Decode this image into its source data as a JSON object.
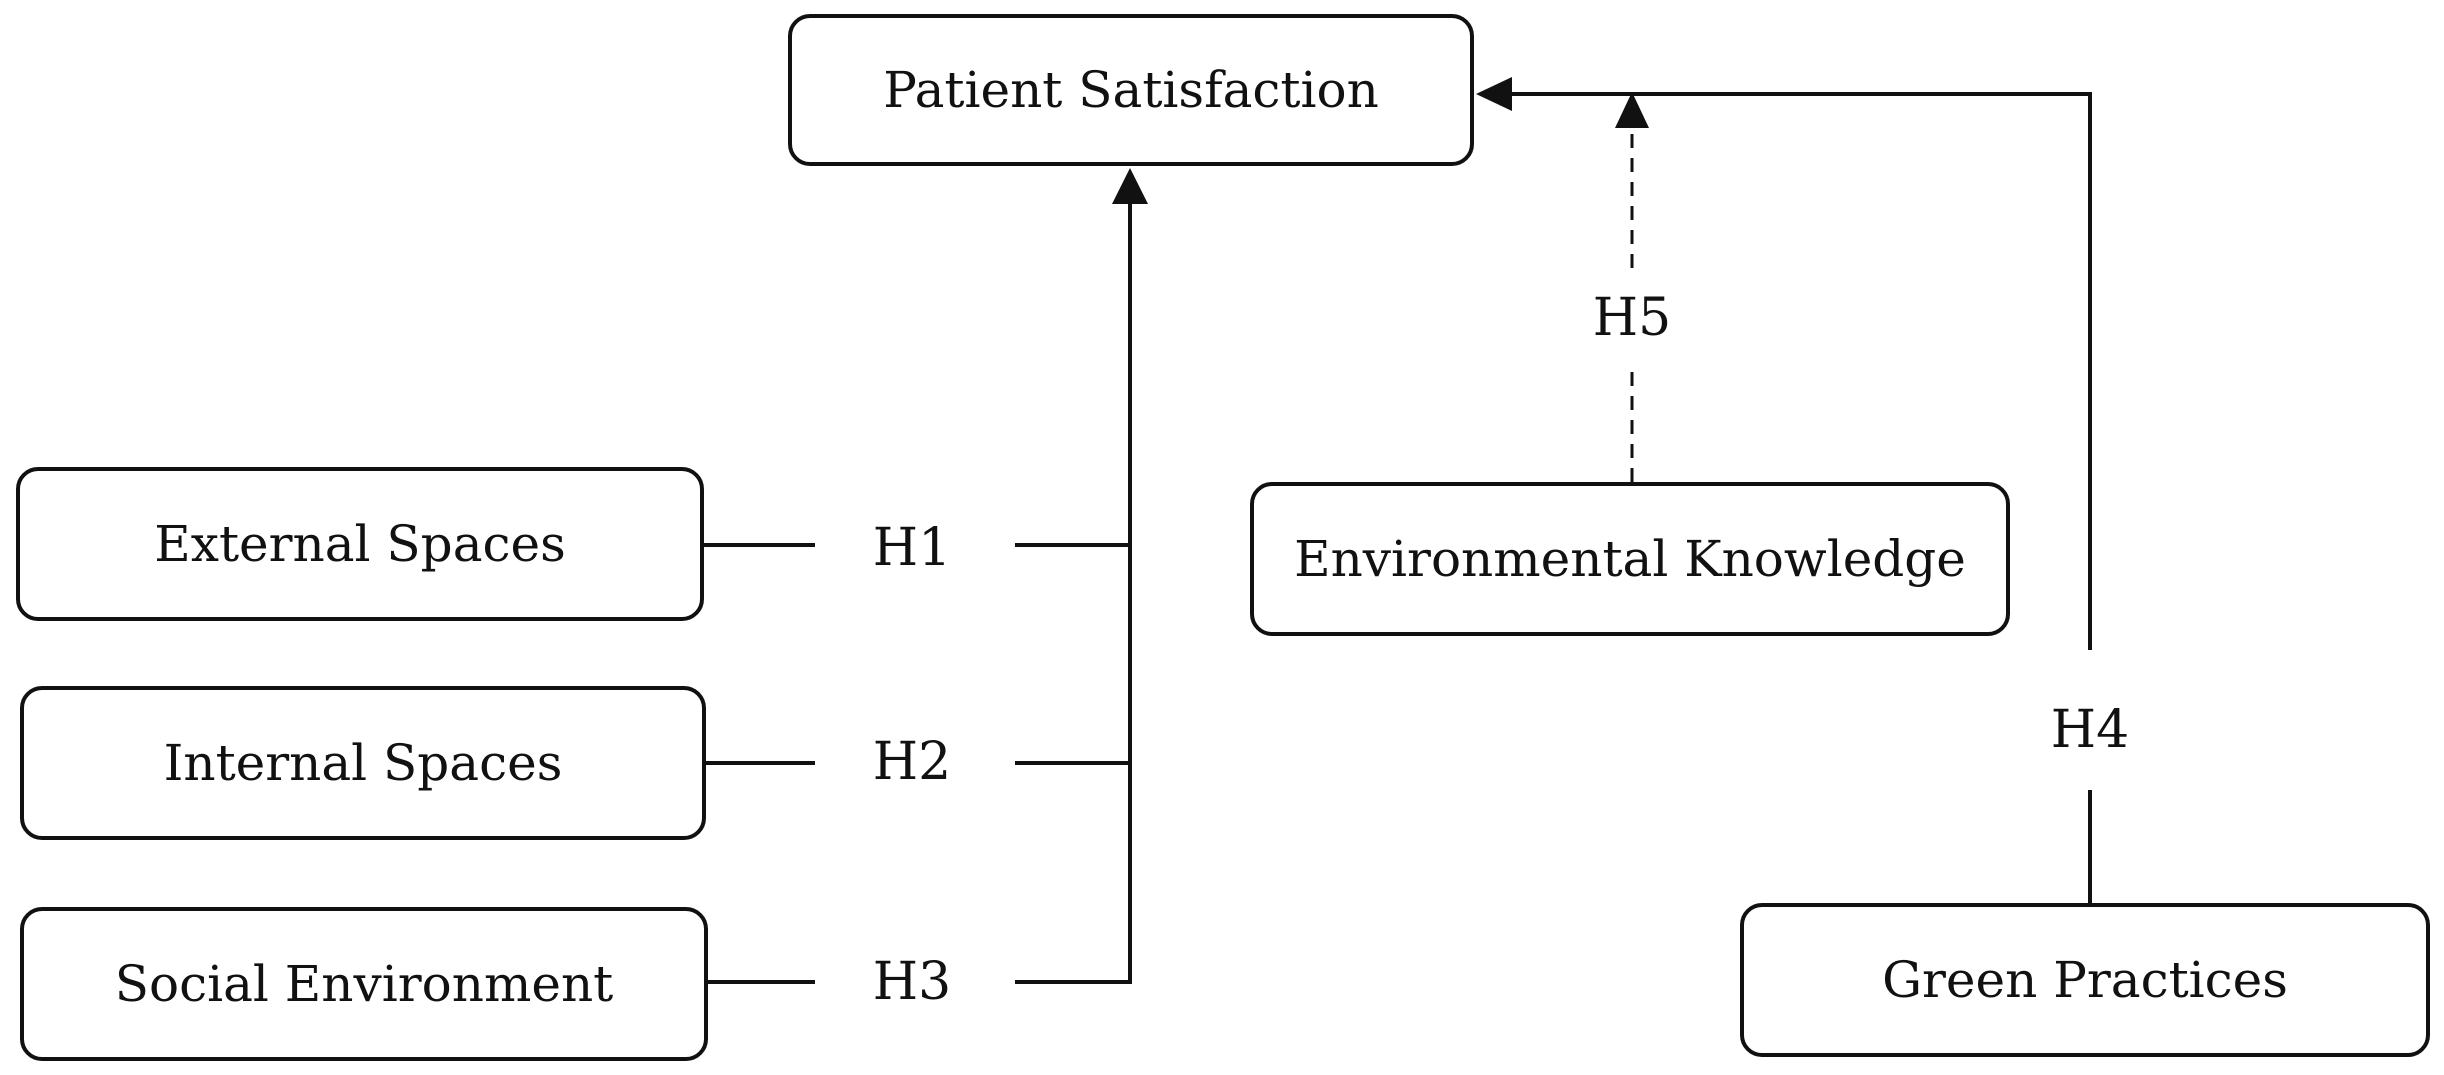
{
  "diagram": {
    "line_color": "#111111",
    "nodes": {
      "patient_satisfaction": "Patient Satisfaction",
      "external_spaces": "External Spaces",
      "internal_spaces": "Internal Spaces",
      "social_environment": "Social Environment",
      "environmental_knowledge": "Environmental Knowledge",
      "green_practices": "Green Practices"
    },
    "hypotheses": {
      "h1": "H1",
      "h2": "H2",
      "h3": "H3",
      "h4": "H4",
      "h5": "H5"
    },
    "edges": [
      {
        "from": "external_spaces",
        "to": "patient_satisfaction",
        "label": "h1",
        "style": "solid"
      },
      {
        "from": "internal_spaces",
        "to": "patient_satisfaction",
        "label": "h2",
        "style": "solid"
      },
      {
        "from": "social_environment",
        "to": "patient_satisfaction",
        "label": "h3",
        "style": "solid"
      },
      {
        "from": "green_practices",
        "to": "patient_satisfaction",
        "label": "h4",
        "style": "solid"
      },
      {
        "from": "environmental_knowledge",
        "to": "patient_satisfaction",
        "label": "h5",
        "style": "dashed"
      }
    ]
  }
}
